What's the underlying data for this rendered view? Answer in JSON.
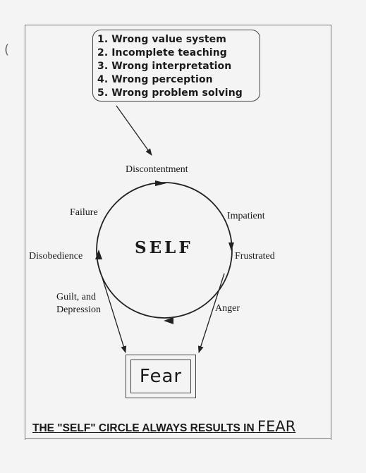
{
  "causes": [
    "1. Wrong value system",
    "2. Incomplete teaching",
    "3. Wrong interpretation",
    "4. Wrong perception",
    "5.  Wrong problem solving"
  ],
  "cycle": {
    "center": "SELF",
    "top": "Discontentment",
    "upper_right": "Impatient",
    "right": "Frustrated",
    "lower_right": "Anger",
    "lower_left_line1": "Guilt, and",
    "lower_left_line2": "Depression",
    "left": "Disobedience",
    "upper_left": "Failure"
  },
  "result": "Fear",
  "footer": {
    "text": "THE \"SELF\" CIRCLE ALWAYS RESULTS IN ",
    "emphasis": "FEAR"
  }
}
